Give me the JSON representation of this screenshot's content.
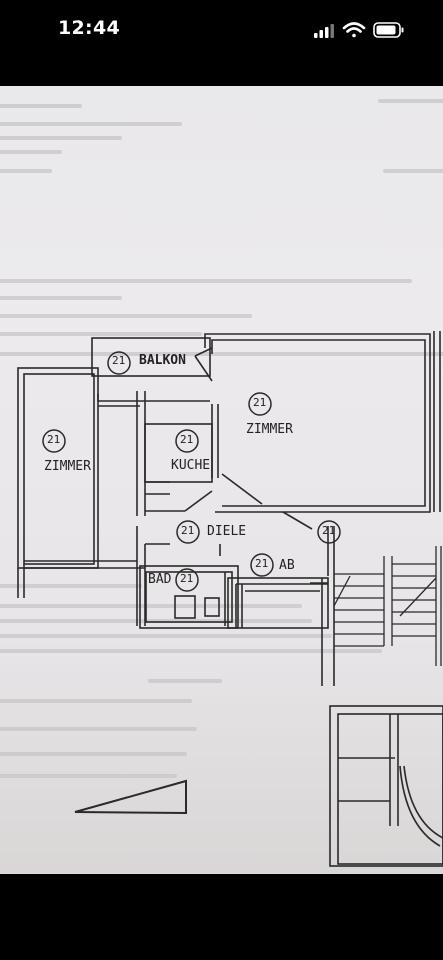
{
  "status_bar": {
    "time": "12:44",
    "icons": [
      "signal-bars-icon",
      "wifi-icon",
      "battery-icon"
    ]
  },
  "floor_plan": {
    "rooms": [
      {
        "number": "21",
        "name": "BALKON"
      },
      {
        "number": "21",
        "name": "ZIMMER"
      },
      {
        "number": "21",
        "name": "ZIMMER"
      },
      {
        "number": "21",
        "name": "KUCHE"
      },
      {
        "number": "21",
        "name": "DIELE"
      },
      {
        "number": "21",
        "name": "BAD"
      },
      {
        "number": "21",
        "name": "AB"
      },
      {
        "number": "21",
        "name": ""
      }
    ]
  },
  "colors": {
    "paper": "#eae8ea",
    "ink": "#2a2a2a",
    "status_bg": "#000000",
    "status_text": "#ffffff"
  }
}
